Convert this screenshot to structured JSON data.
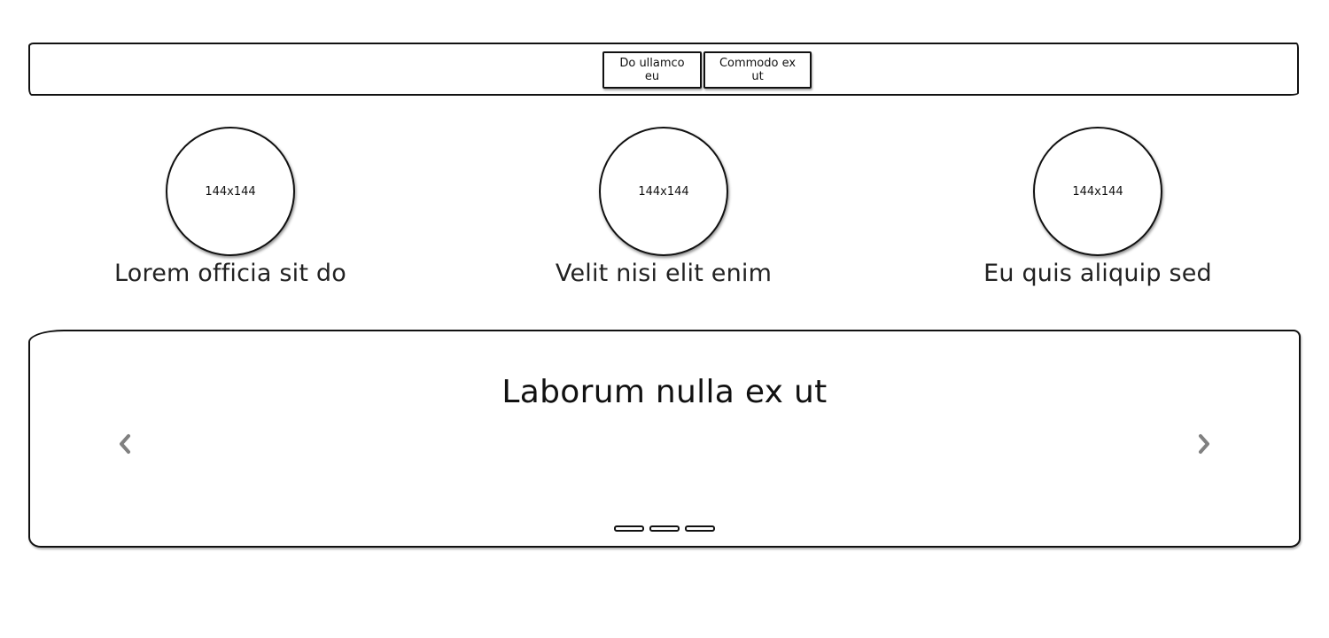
{
  "nav": {
    "buttons": [
      {
        "label": "Do ullamco eu"
      },
      {
        "label": "Commodo ex ut"
      }
    ]
  },
  "features": [
    {
      "image_label": "144x144",
      "caption": "Lorem officia sit do"
    },
    {
      "image_label": "144x144",
      "caption": "Velit nisi elit enim"
    },
    {
      "image_label": "144x144",
      "caption": "Eu quis aliquip sed"
    }
  ],
  "carousel": {
    "title": "Laborum nulla ex ut",
    "prev_icon": "chevron-left-icon",
    "next_icon": "chevron-right-icon",
    "indicator_count": 3
  },
  "colors": {
    "stroke": "#111111",
    "arrow": "#808080",
    "background": "#ffffff"
  }
}
